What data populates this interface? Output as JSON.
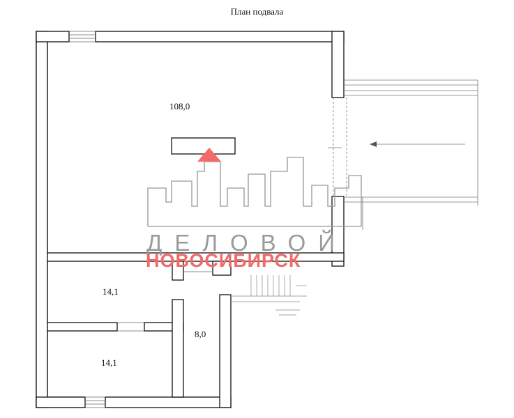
{
  "title": "План подвала",
  "rooms": [
    {
      "id": "main-hall",
      "area": "108,0"
    },
    {
      "id": "room-upper",
      "area": "14,1"
    },
    {
      "id": "room-lower",
      "area": "14,1"
    },
    {
      "id": "corridor",
      "area": "8,0"
    }
  ],
  "watermark": {
    "line1": "ДЕЛОВОЙ",
    "line2": "НОВОСИБИРСК",
    "line1_color": "#9a9a9a",
    "line2_color": "#f26a6a"
  },
  "colors": {
    "wall_fill": "#ffffff",
    "wall_stroke": "#111111",
    "accent": "#f26a6a"
  }
}
